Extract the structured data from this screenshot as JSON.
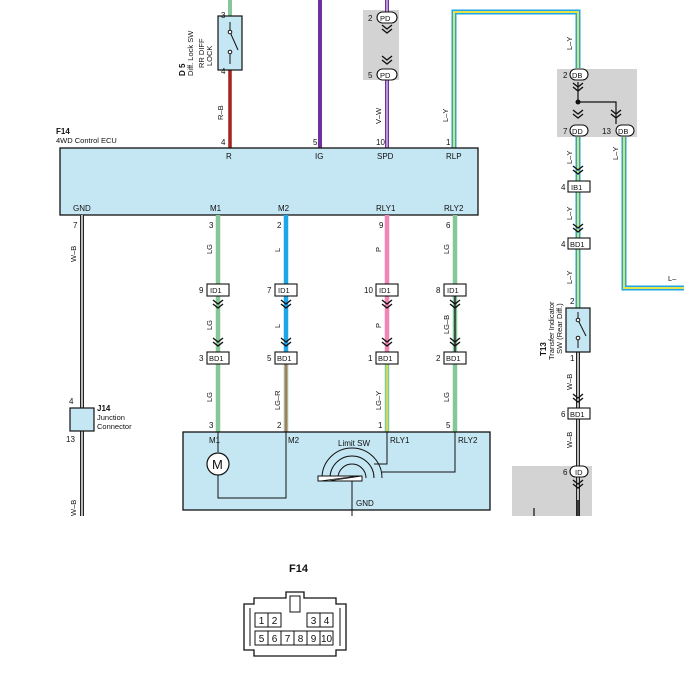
{
  "colors": {
    "green": "#86c79a",
    "purple": "#7030a0",
    "blue": "#1ea7e8",
    "pink": "#ef86b5",
    "red": "#e04545",
    "yellow": "#e8e24a",
    "black": "#222222",
    "white": "#ffffff",
    "ecu_fill": "#c5e6f3",
    "gray_box": "#d3d3d3"
  },
  "ecu": {
    "ref": "F14",
    "name": "4WD Control ECU",
    "top_terms": {
      "r": {
        "pin": "4",
        "name": "R"
      },
      "ig": {
        "pin": "5",
        "name": "IG"
      },
      "spd": {
        "pin": "10",
        "name": "SPD"
      },
      "rlp": {
        "pin": "1",
        "name": "RLP"
      }
    },
    "bottom_terms": {
      "gnd": {
        "pin": "7",
        "name": "GND"
      },
      "m1": {
        "pin": "3",
        "name": "M1"
      },
      "m2": {
        "pin": "2",
        "name": "M2"
      },
      "rly1": {
        "pin": "9",
        "name": "RLY1"
      },
      "rly2": {
        "pin": "6",
        "name": "RLY2"
      }
    }
  },
  "d5": {
    "ref": "D 5",
    "name": "Diff. Lock SW",
    "label_lines": [
      "RR DIFF",
      "LOCK"
    ],
    "pin_top": "3",
    "pin_bottom": "4",
    "wire": "R–B"
  },
  "spd_group": {
    "pin_top": "2",
    "conn_top": "PD",
    "pin_bottom": "5",
    "conn_bottom": "PD",
    "wire": "V–W"
  },
  "rlp_wire": "L–Y",
  "right_junction": {
    "top": {
      "pin": "2",
      "conn": "DB"
    },
    "left": {
      "pin": "7",
      "conn": "DD"
    },
    "right": {
      "pin": "13",
      "conn": "DB"
    },
    "wire_in": "L–Y",
    "wire_left": "L–Y",
    "wire_right": "L–Y"
  },
  "right_chain": {
    "ib1": {
      "pin": "4",
      "conn": "IB1"
    },
    "bd1": {
      "pin": "4",
      "conn": "BD1"
    },
    "wire1": "L–Y",
    "wire2": "L–Y",
    "far_right_wire": "L–"
  },
  "t13": {
    "ref": "T13",
    "name": "Transfer Indicator",
    "name2": "SW (Rear Diff.)",
    "pin_top": "2",
    "pin_bottom": "1",
    "wire_below": "W–B",
    "bd1": {
      "pin": "6",
      "conn": "BD1"
    },
    "wire_below2": "W–B",
    "id": {
      "pin": "6",
      "conn": "ID"
    }
  },
  "gnd_wire": "W–B",
  "gnd_wire_bottom": "W–B",
  "j14": {
    "ref": "J14",
    "name": "Junction",
    "name2": "Connector",
    "pin_top": "4",
    "pin_bottom": "13"
  },
  "harness": {
    "m1": {
      "w1": "LG",
      "id1_pin": "9",
      "w2": "LG",
      "bd1_pin": "3",
      "w3": "LG",
      "act_pin": "3"
    },
    "m2": {
      "w1": "L",
      "id1_pin": "7",
      "w2": "L",
      "bd1_pin": "5",
      "w3": "LG–R",
      "act_pin": "2"
    },
    "rly1": {
      "w1": "P",
      "id1_pin": "10",
      "w2": "P",
      "bd1_pin": "1",
      "w3": "LG–Y",
      "act_pin": "1"
    },
    "rly2": {
      "w1": "LG",
      "id1_pin": "8",
      "w2": "LG–B",
      "bd1_pin": "2",
      "w3": "LG",
      "act_pin": "5"
    },
    "id1_conn": "ID1",
    "bd1_conn": "BD1"
  },
  "actuator": {
    "m1": "M1",
    "m2": "M2",
    "limit_sw": "Limit SW",
    "rly1": "RLY1",
    "rly2": "RLY2",
    "gnd": "GND"
  },
  "connector_view": {
    "title": "F14",
    "top_row": [
      "1",
      "2",
      "",
      "3",
      "4"
    ],
    "bottom_row": [
      "5",
      "6",
      "7",
      "8",
      "9",
      "10"
    ]
  }
}
